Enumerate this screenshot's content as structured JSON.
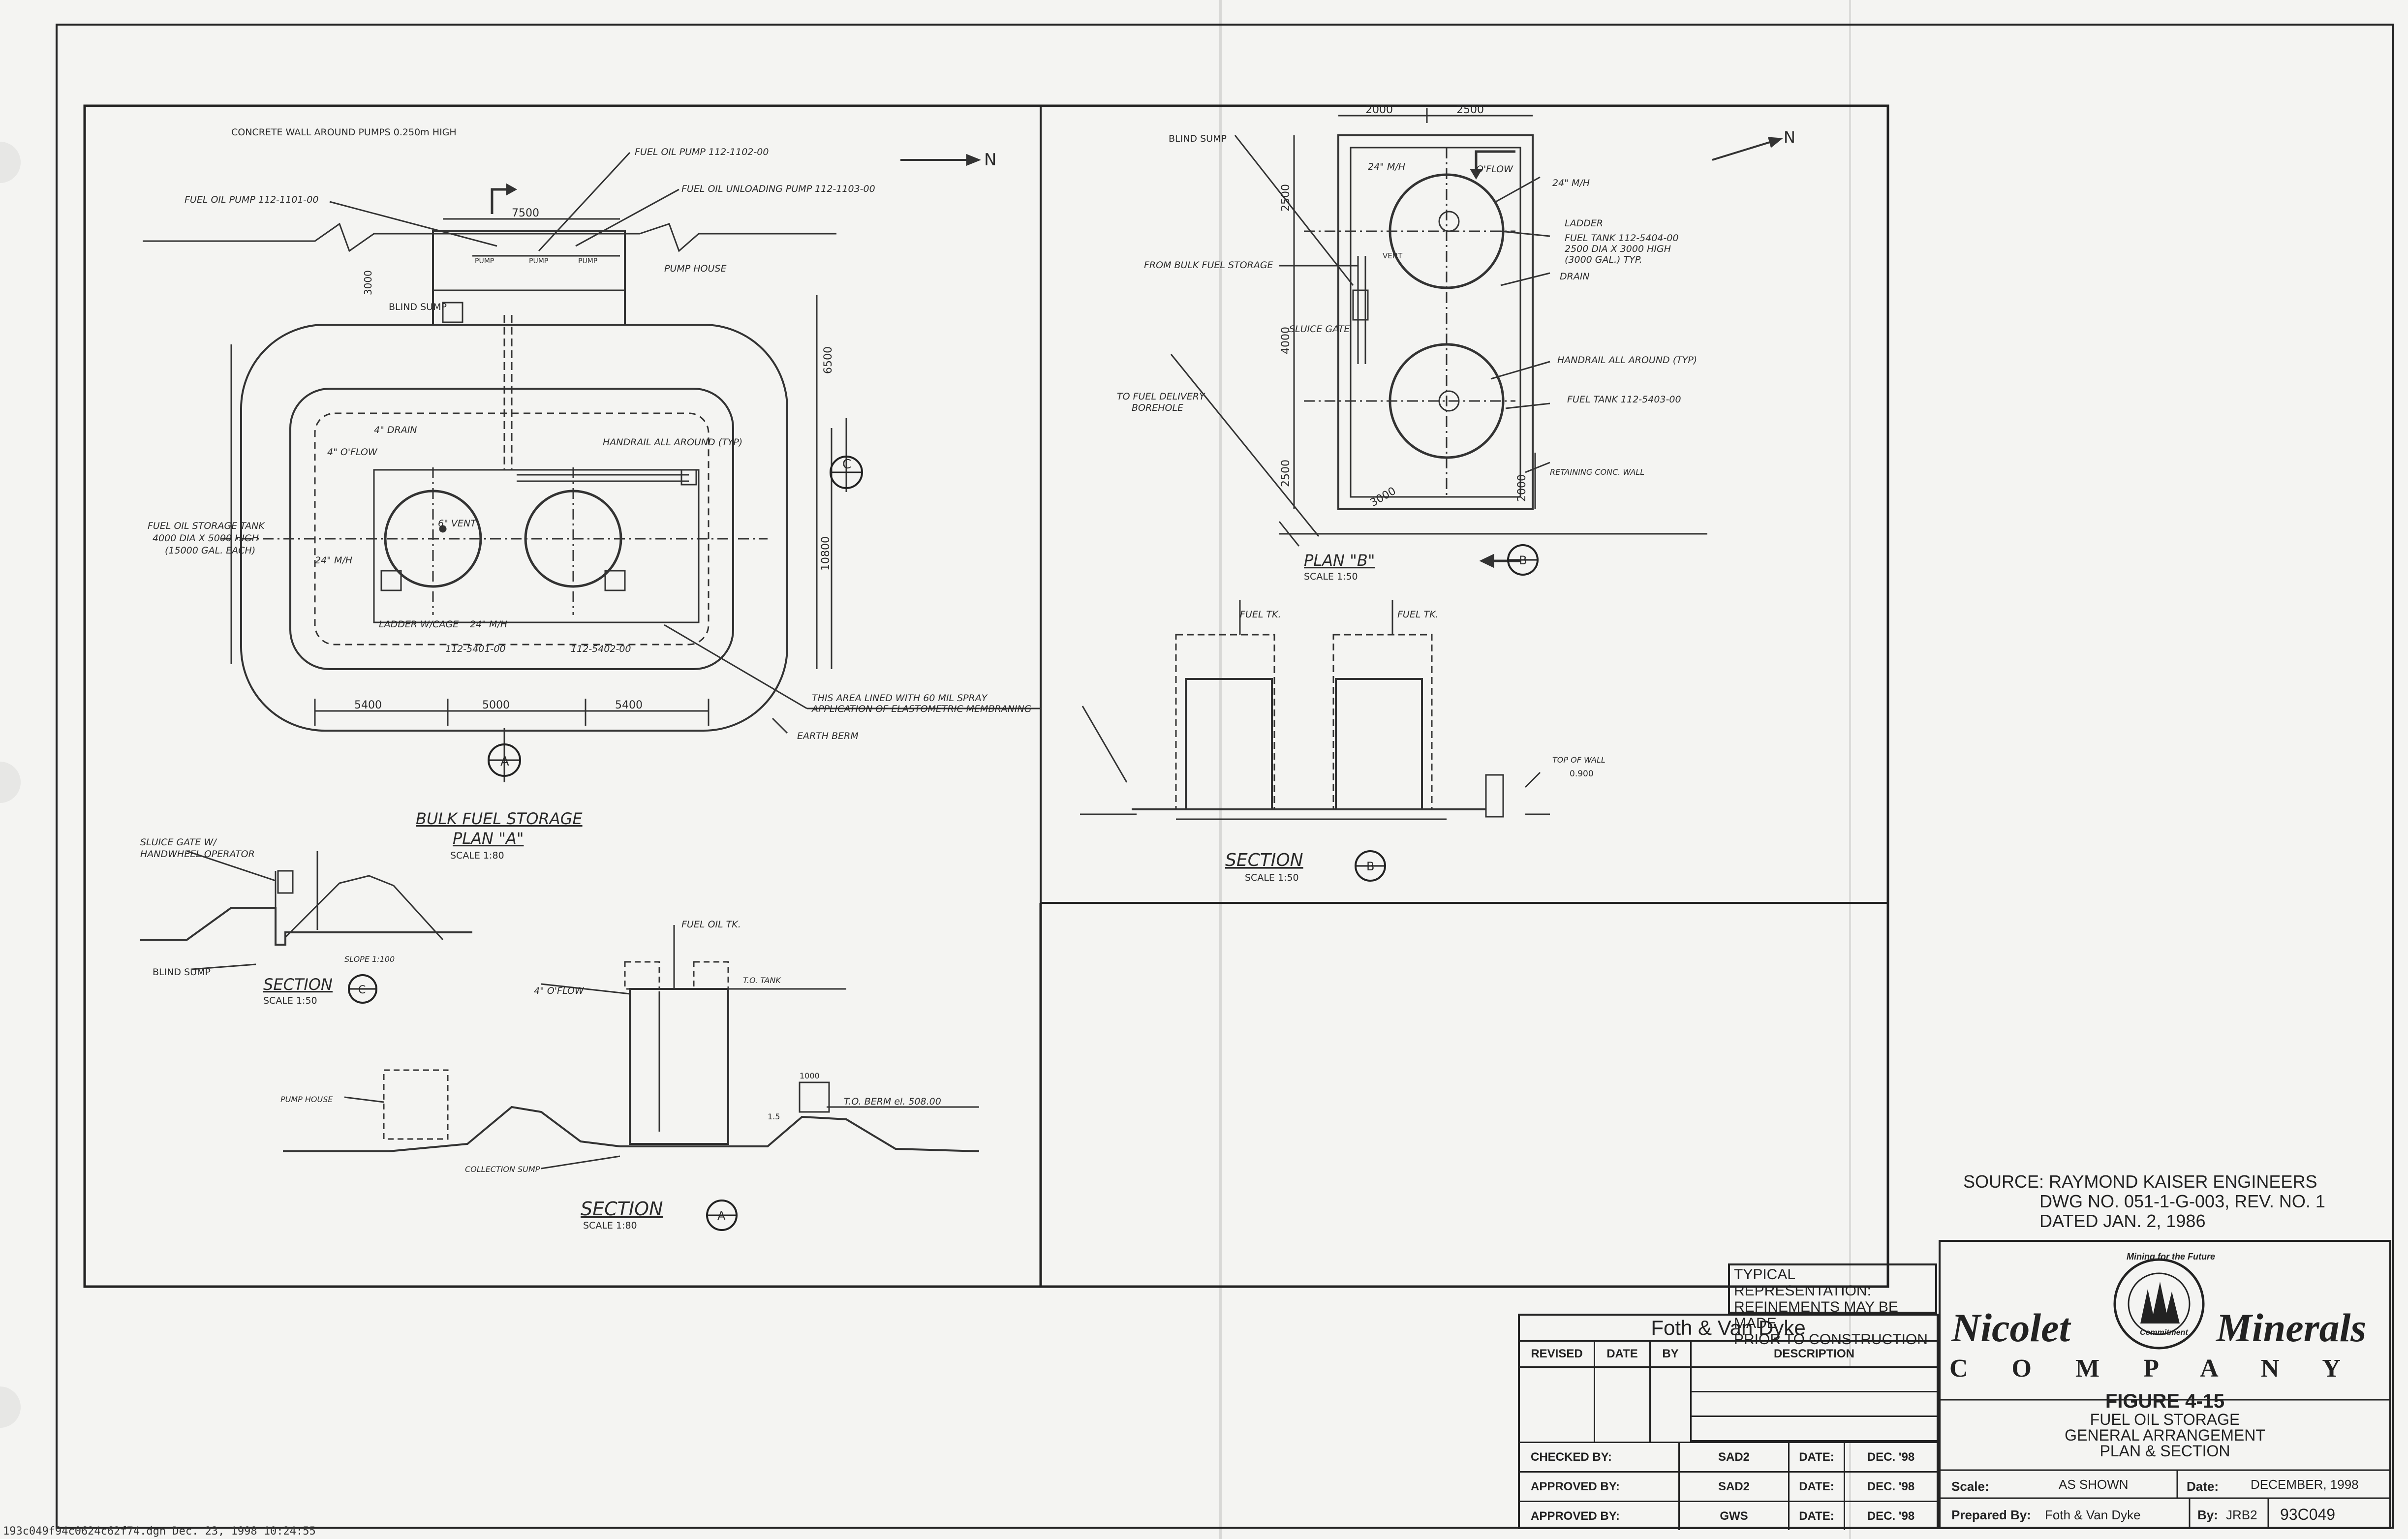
{
  "plan_a": {
    "title": "BULK FUEL STORAGE",
    "subtitle": "PLAN \"A\"",
    "scale": "SCALE 1:80",
    "labels": {
      "concrete_wall": "CONCRETE WALL AROUND PUMPS 0.250m HIGH",
      "fuel_pump_1102": "FUEL OIL PUMP 112-1102-00",
      "unloading_pump": "FUEL OIL UNLOADING PUMP 112-1103-00",
      "fuel_pump_1101": "FUEL OIL PUMP 112-1101-00",
      "pump_house": "PUMP HOUSE",
      "blind_sump": "BLIND SUMP",
      "drain": "4\" DRAIN",
      "flow": "4\" O'FLOW",
      "handrail": "HANDRAIL ALL AROUND (TYP)",
      "tank_desc_1": "FUEL OIL STORAGE TANK",
      "tank_desc_2": "4000 DIA X 5000 HIGH",
      "tank_desc_3": "(15000 GAL. EACH)",
      "vent": "6\" VENT",
      "mh_left": "24\" M/H",
      "mh_bottom": "24\" M/H",
      "ladder": "LADDER W/CAGE",
      "tank_5401": "112-5401-00",
      "tank_5402": "112-5402-00",
      "lined_1": "THIS AREA LINED WITH 60 MIL SPRAY",
      "lined_2": "APPLICATION OF ELASTOMETRIC MEMBRANING",
      "earth_berm": "EARTH BERM",
      "pump_label": "PUMP",
      "north": "N"
    },
    "dims": {
      "d7500": "7500",
      "d3000": "3000",
      "d6500": "6500",
      "d10800": "10800",
      "d5400a": "5400",
      "d5000": "5000",
      "d5400b": "5400"
    },
    "markers": {
      "a": "A",
      "c": "C"
    }
  },
  "plan_b": {
    "title": "PLAN \"B\"",
    "scale": "SCALE 1:50",
    "labels": {
      "blind_sump": "BLIND SUMP",
      "oflow": "O'FLOW",
      "mh_1": "24\" M/H",
      "mh_2": "24\" M/H",
      "ladder": "LADDER",
      "fuel_tank_5404": "FUEL TANK 112-5404-00",
      "tank_dims_1": "2500 DIA X 3000 HIGH",
      "tank_dims_2": "(3000 GAL.) TYP.",
      "drain": "DRAIN",
      "from_bulk": "FROM BULK FUEL STORAGE",
      "vent": "VENT",
      "sluice": "SLUICE GATE",
      "to_delivery_1": "TO FUEL DELIVERY",
      "to_delivery_2": "BOREHOLE",
      "handrail": "HANDRAIL ALL AROUND (TYP)",
      "fuel_tank_5403": "FUEL TANK 112-5403-00",
      "retaining": "RETAINING CONC. WALL",
      "north": "N"
    },
    "dims": {
      "d2000top": "2000",
      "d2500top": "2500",
      "d2500left": "2500",
      "d4000": "4000",
      "d2500bot": "2500",
      "d3000": "3000",
      "d2000right": "2000"
    },
    "marker": "B"
  },
  "section_b": {
    "title": "SECTION",
    "scale": "SCALE 1:50",
    "marker": "B",
    "fuel_tk_1": "FUEL TK.",
    "fuel_tk_2": "FUEL TK.",
    "top_wall_1": "TOP OF WALL",
    "top_wall_2": "0.900"
  },
  "section_c": {
    "title": "SECTION",
    "scale": "SCALE 1:50",
    "marker": "C",
    "sluice_1": "SLUICE GATE W/",
    "sluice_2": "HANDWHEEL OPERATOR",
    "slope": "SLOPE 1:100",
    "blind_sump": "BLIND SUMP"
  },
  "section_a": {
    "title": "SECTION",
    "scale": "SCALE 1:80",
    "marker": "A",
    "fuel_oil_tk": "FUEL OIL TK.",
    "oflow": "4\" O'FLOW",
    "to_tank": "T.O. TANK",
    "pump_house": "PUMP HOUSE",
    "d1000": "1000",
    "berm": "T.O. BERM el. 508.00",
    "slope": "1.5",
    "collection_sump": "COLLECTION SUMP"
  },
  "source": {
    "line1": "SOURCE: RAYMOND KAISER ENGINEERS",
    "line2": "DWG NO. 051-1-G-003, REV. NO. 1",
    "line3": "DATED JAN. 2, 1986"
  },
  "typical": {
    "line1": "TYPICAL REPRESENTATION:",
    "line2": "REFINEMENTS MAY BE MADE",
    "line3": "PRIOR TO CONSTRUCTION"
  },
  "revision": {
    "firm": "Foth & Van Dyke",
    "headers": [
      "REVISED",
      "DATE",
      "BY",
      "DESCRIPTION"
    ],
    "signoffs": [
      {
        "role": "CHECKED BY:",
        "who": "SAD2",
        "date_label": "DATE:",
        "date": "DEC. '98"
      },
      {
        "role": "APPROVED BY:",
        "who": "SAD2",
        "date_label": "DATE:",
        "date": "DEC. '98"
      },
      {
        "role": "APPROVED BY:",
        "who": "GWS",
        "date_label": "DATE:",
        "date": "DEC. '98"
      }
    ]
  },
  "titleblock": {
    "company_left": "Nicolet",
    "company_right": "Minerals",
    "company_word": "C O M P A N Y",
    "logo_top": "Mining for the Future",
    "logo_bottom": "Commitment",
    "figure": "FIGURE 4-15",
    "line1": "FUEL OIL STORAGE",
    "line2": "GENERAL ARRANGEMENT",
    "line3": "PLAN & SECTION",
    "scale_label": "Scale:",
    "scale_value": "AS SHOWN",
    "date_label": "Date:",
    "date_value": "DECEMBER, 1998",
    "prepared_label": "Prepared By:",
    "prepared_value": "Foth & Van Dyke",
    "by_label": "By:",
    "by_value": "JRB2",
    "number": "93C049"
  },
  "footer": "193c049f94c0624c62f74.dgn Dec. 23, 1998 10:24:55",
  "colors": {
    "ink": "#222222",
    "paper": "#f4f4f2"
  }
}
